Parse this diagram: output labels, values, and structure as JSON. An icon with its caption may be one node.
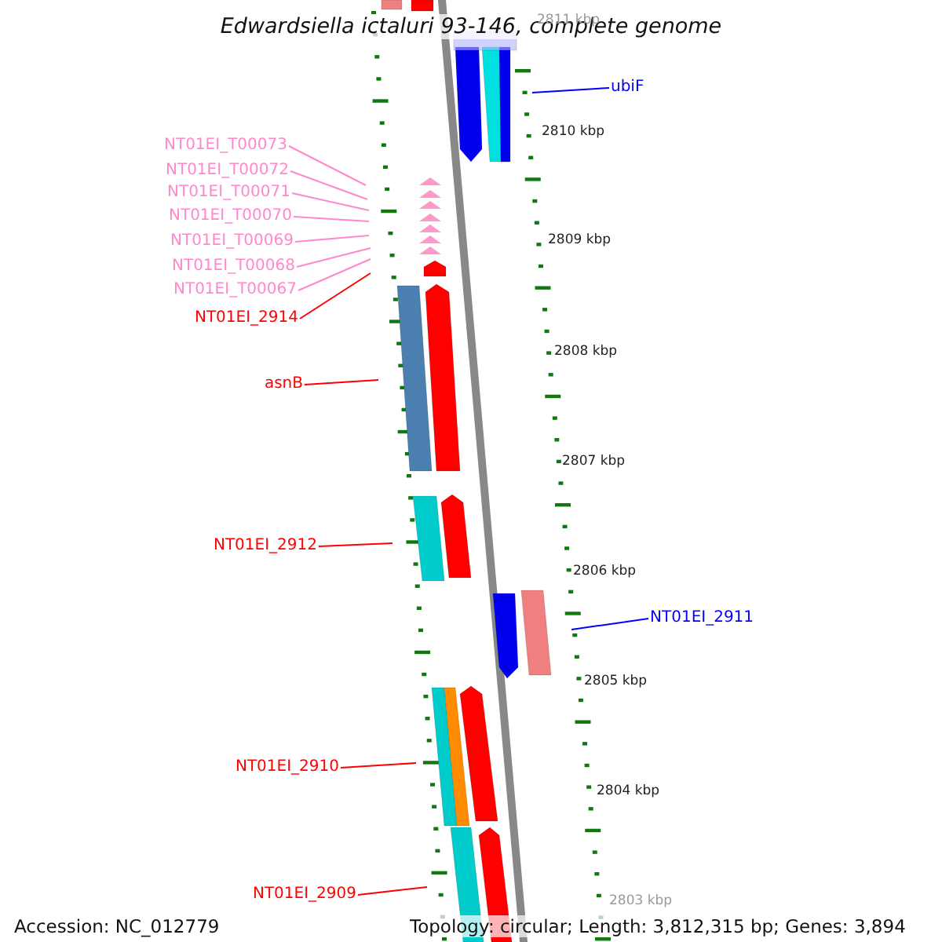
{
  "diagram": {
    "title": "Edwardsiella ictaluri 93-146, complete genome",
    "nodes": [
      {
        "text": [
          "ubiF"
        ]
      },
      {
        "text": [
          "NT01EI_T00073"
        ]
      },
      {
        "text": [
          "NT01EI_T00072"
        ]
      },
      {
        "text": [
          "NT01EI_T00071"
        ]
      },
      {
        "text": [
          "NT01EI_T00070"
        ]
      },
      {
        "text": [
          "NT01EI_T00069"
        ]
      },
      {
        "text": [
          "NT01EI_T00068"
        ]
      },
      {
        "text": [
          "NT01EI_T00067"
        ]
      },
      {
        "text": [
          "NT01EI_2914"
        ]
      },
      {
        "text": [
          "asnB"
        ]
      },
      {
        "text": [
          "NT01EI_2912"
        ]
      },
      {
        "text": [
          "NT01EI_2911"
        ]
      },
      {
        "text": [
          "NT01EI_2910"
        ]
      },
      {
        "text": [
          "NT01EI_2909"
        ]
      }
    ],
    "edges": [
      {
        "from": 0,
        "to": null,
        "arrow": "none",
        "color": "#0000ff"
      },
      {
        "from": 1,
        "to": null,
        "arrow": "none"
      },
      {
        "from": 2,
        "to": null,
        "arrow": "none"
      },
      {
        "from": 3,
        "to": null,
        "arrow": "none"
      },
      {
        "from": 4,
        "to": null,
        "arrow": "none"
      },
      {
        "from": 5,
        "to": null,
        "arrow": "none"
      },
      {
        "from": 6,
        "to": null,
        "arrow": "none"
      },
      {
        "from": 7,
        "to": null,
        "arrow": "none"
      },
      {
        "from": 8,
        "to": null,
        "arrow": "none",
        "color": "#ff0000"
      },
      {
        "from": 9,
        "to": null,
        "arrow": "none",
        "color": "#ff0000"
      },
      {
        "from": 10,
        "to": null,
        "arrow": "none",
        "color": "#ff0000"
      },
      {
        "from": 11,
        "to": null,
        "arrow": "none",
        "color": "#0000ff"
      },
      {
        "from": 12,
        "to": null,
        "arrow": "none",
        "color": "#ff0000"
      },
      {
        "from": 13,
        "to": null,
        "arrow": "none",
        "color": "#ff0000"
      }
    ],
    "labels": [
      "2811 kbp",
      "2810 kbp",
      "2809 kbp",
      "2808 kbp",
      "2807 kbp",
      "2806 kbp",
      "2805 kbp",
      "2804 kbp",
      "2803 kbp",
      "Accession: NC_012779",
      "Topology: circular; Length: 3,812,315 bp; Genes: 3,894"
    ]
  }
}
